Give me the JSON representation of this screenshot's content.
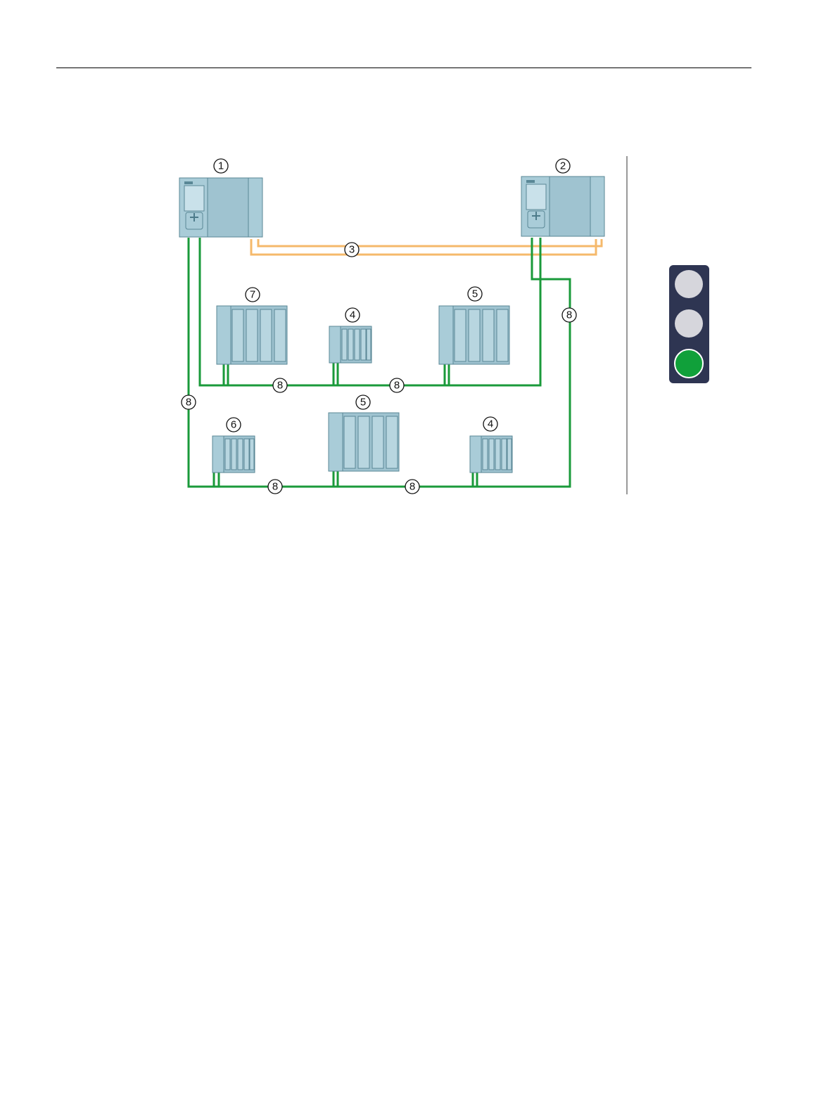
{
  "colors": {
    "module_fill": "#9fc3d0",
    "module_stroke": "#5a8796",
    "profinet_green": "#1a9a3a",
    "sync_orange": "#f5b96b",
    "traffic_light_body": "#2e3552",
    "lamp_off": "#d6d6dc",
    "lamp_on": "#10a03a"
  },
  "callouts": {
    "cpu1": "1",
    "cpu2": "2",
    "sync_link": "3",
    "et200sp_top": "4",
    "et200mp_top": "5",
    "et200mp_left": "7",
    "et200mp_bottom": "5",
    "et200sp_bottom_left": "6",
    "et200sp_bottom_right": "4",
    "profinet_top_a": "8",
    "profinet_top_b": "8",
    "profinet_left": "8",
    "profinet_right": "8",
    "profinet_bottom_a": "8",
    "profinet_bottom_b": "8"
  },
  "traffic_light": {
    "state": "green",
    "lamps": [
      "off",
      "off",
      "on"
    ]
  }
}
